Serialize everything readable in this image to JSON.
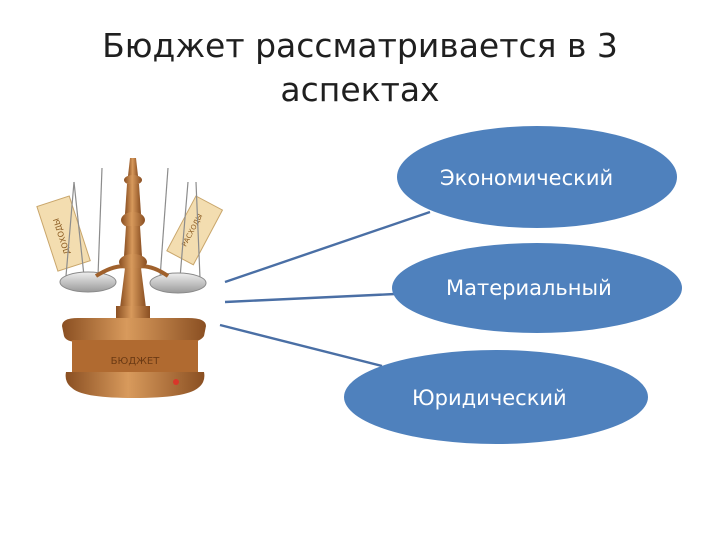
{
  "title": {
    "line1": "Бюджет рассматривается в 3",
    "line2": "аспектах"
  },
  "illustration": {
    "icon": "scales-of-justice-icon",
    "base_label": "БЮДЖЕТ",
    "left_card": "ДОХОДЫ",
    "right_card": "РАСХОДЫ"
  },
  "aspects": [
    {
      "label": "Экономический"
    },
    {
      "label": "Материальный"
    },
    {
      "label": "Юридический"
    }
  ],
  "colors": {
    "ellipse_fill": "#4f81bd",
    "connector": "#4a6fa5",
    "scale_bronze": "#b8733a",
    "scale_dark": "#7a4420",
    "pan_silver": "#c9c9c9"
  }
}
